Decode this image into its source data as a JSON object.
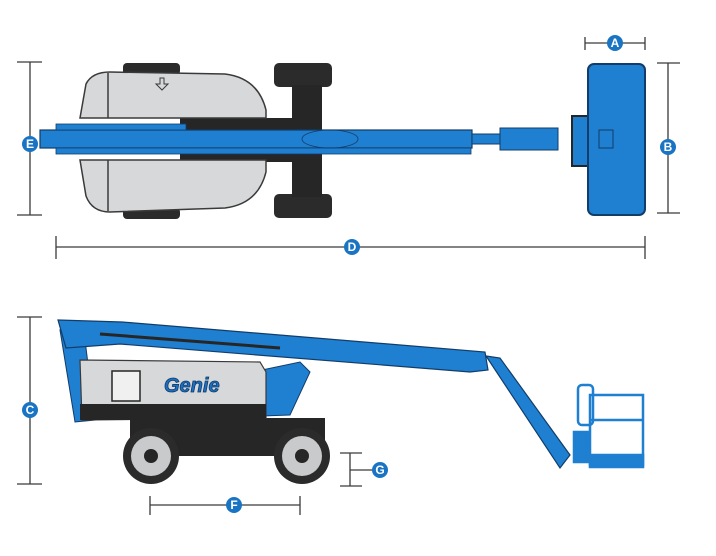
{
  "colors": {
    "boom_blue": "#1f7fd0",
    "body_gray": "#d7d8da",
    "chassis_black": "#262626",
    "label_blue": "#1a74c4",
    "line": "#3a3a3a"
  },
  "brand": "Genie",
  "dimensions": {
    "A": "A",
    "B": "B",
    "C": "C",
    "D": "D",
    "E": "E",
    "F": "F",
    "G": "G"
  }
}
